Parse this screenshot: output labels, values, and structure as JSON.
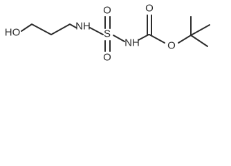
{
  "molecule": {
    "atoms": {
      "hydroxyl": "HO",
      "nh_left": "NH",
      "sulfur": "S",
      "o_top_s": "O",
      "o_bottom_s": "O",
      "nh_right": "NH",
      "o_carbonyl": "O",
      "o_ester": "O"
    }
  }
}
